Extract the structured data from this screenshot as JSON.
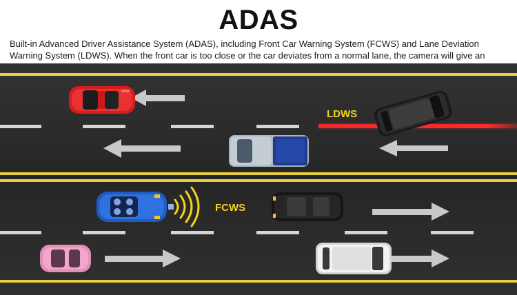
{
  "header": {
    "title": "ADAS",
    "description": "Built-in Advanced Driver Assistance System (ADAS), including Front Car Warning System (FCWS) and Lane Deviation Warning System (LDWS). When the front car is too close or the car deviates from a normal lane, the camera will give an alarm."
  },
  "diagram": {
    "ldws_label": "LDWS",
    "fcws_label": "FCWS"
  },
  "colors": {
    "road": "#2b2b2b",
    "yellow_line": "#e9cf3d",
    "white_dash": "#d9d9d9",
    "ldws_line": "#e21b1b",
    "label_yellow": "#f5d31a",
    "arrow": "#c8c8c8"
  },
  "icons": [
    "red-car-icon",
    "black-suv-icon",
    "silver-pickup-icon",
    "blue-convertible-icon",
    "black-sedan-icon",
    "pink-car-icon",
    "white-suv-icon",
    "sensor-wave-icon",
    "arrow-icon"
  ]
}
